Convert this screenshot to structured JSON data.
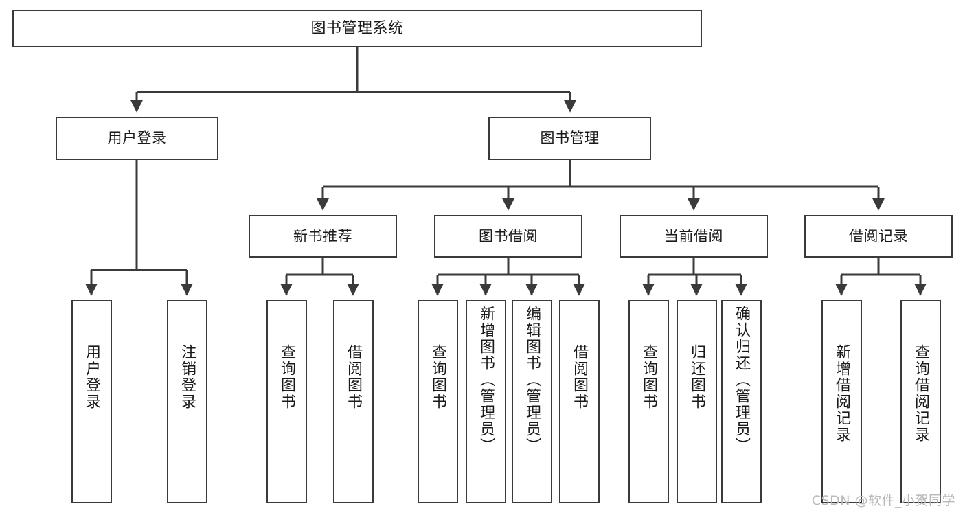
{
  "diagram": {
    "type": "tree-hierarchy-flowchart",
    "title": "图书管理系统",
    "orientation": "top-down",
    "line_color": "#3a3a3a",
    "box_fill": "#ffffff",
    "text_color": "#1a1a1a"
  },
  "nodes": {
    "root": {
      "label": "图书管理系统"
    },
    "level2": [
      {
        "id": "user-login",
        "label": "用户登录"
      },
      {
        "id": "book-manage",
        "label": "图书管理"
      }
    ],
    "level3": [
      {
        "id": "new-book-rec",
        "label": "新书推荐"
      },
      {
        "id": "book-borrow",
        "label": "图书借阅"
      },
      {
        "id": "current-borrow",
        "label": "当前借阅"
      },
      {
        "id": "borrow-record",
        "label": "借阅记录"
      }
    ],
    "leaves": {
      "user_login": [
        {
          "id": "leaf-user-login",
          "label": "用户登录"
        },
        {
          "id": "leaf-logout",
          "label": "注销登录"
        }
      ],
      "new_book_rec": [
        {
          "id": "leaf-query-book-1",
          "label": "查询图书"
        },
        {
          "id": "leaf-borrow-book-1",
          "label": "借阅图书"
        }
      ],
      "book_borrow": [
        {
          "id": "leaf-query-book-2",
          "label": "查询图书"
        },
        {
          "id": "leaf-add-book",
          "label": "新增图书（管理员）"
        },
        {
          "id": "leaf-edit-book",
          "label": "编辑图书（管理员）"
        },
        {
          "id": "leaf-borrow-book-2",
          "label": "借阅图书"
        }
      ],
      "current_borrow": [
        {
          "id": "leaf-query-book-3",
          "label": "查询图书"
        },
        {
          "id": "leaf-return-book",
          "label": "归还图书"
        },
        {
          "id": "leaf-confirm-return",
          "label": "确认归还（管理员）"
        }
      ],
      "borrow_record": [
        {
          "id": "leaf-add-record",
          "label": "新增借阅记录"
        },
        {
          "id": "leaf-query-record",
          "label": "查询借阅记录"
        }
      ]
    }
  },
  "watermark": {
    "text": "CSDN @软件_小贺同学"
  }
}
